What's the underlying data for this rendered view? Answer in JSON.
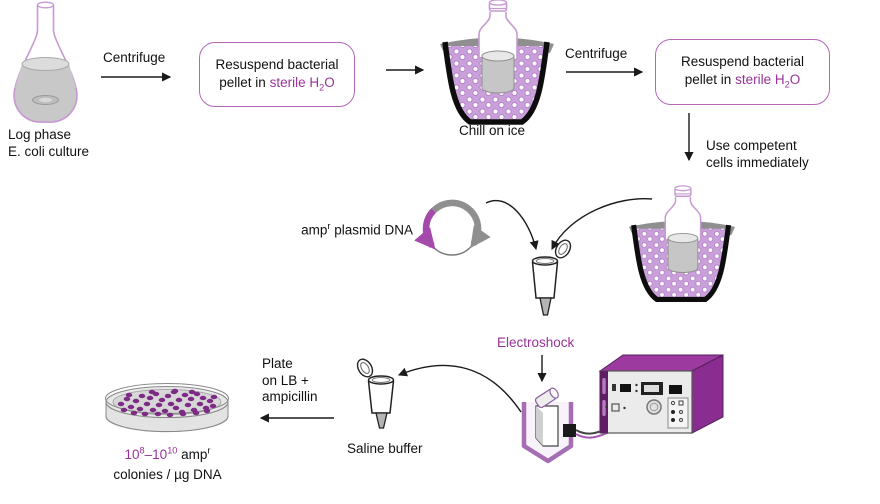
{
  "colors": {
    "accent": "#993399",
    "box_border": "#b468b8",
    "ice_fill": "#c9a0da",
    "glass_outline": "#c79ad2",
    "colony": "#7d2b86",
    "device_purple": "#9c3aa0"
  },
  "flask": {
    "line1": "Log phase",
    "line2": "E. coli culture"
  },
  "step1": {
    "arrow_label": "Centrifuge"
  },
  "box1": {
    "line1": "Resuspend bacterial",
    "line2_black": "pellet in ",
    "line2_purple_a": "sterile H",
    "line2_sub": "2",
    "line2_purple_b": "O"
  },
  "chill": {
    "label": "Chill on ice"
  },
  "step2": {
    "arrow_label": "Centrifuge"
  },
  "box2": {
    "line1": "Resuspend bacterial",
    "line2_black": "pellet in ",
    "line2_purple_a": "sterile H",
    "line2_sub": "2",
    "line2_purple_b": "O"
  },
  "competent": {
    "line1": "Use competent",
    "line2": "cells immediately"
  },
  "plasmid": {
    "pre": "amp",
    "sup": "r",
    "post": " plasmid DNA"
  },
  "electroshock": {
    "label": "Electroshock"
  },
  "saline": {
    "label": "Saline buffer"
  },
  "plate": {
    "line1": "Plate",
    "line2": "on LB +",
    "line3": "ampicillin"
  },
  "yield": {
    "purple_a": "10",
    "sup_a": "8",
    "purple_b": "–10",
    "sup_b": "10",
    "black": " amp",
    "sup_c": "r",
    "line2": "colonies / µg DNA"
  }
}
